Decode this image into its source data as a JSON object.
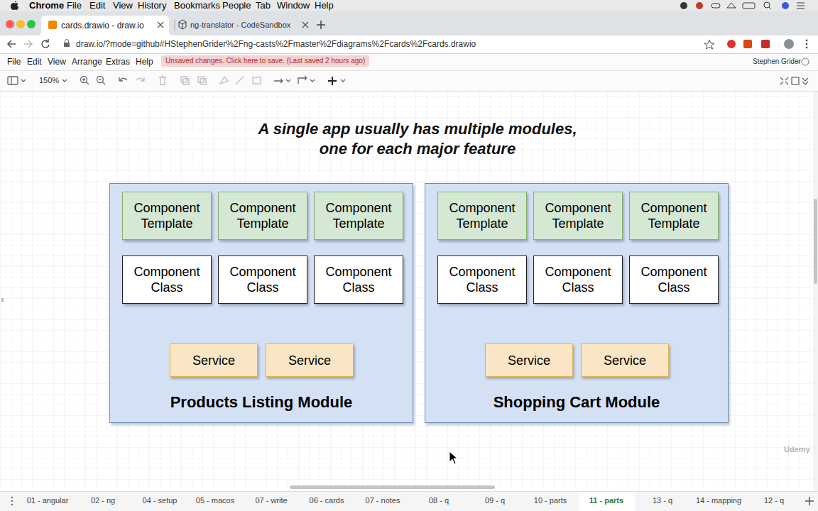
{
  "diagram": {
    "title": "A single app usually has multiple modules, one for each major feature",
    "nodes": [
      {
        "text": [
          "Products Listing Module"
        ]
      },
      {
        "text": [
          "Component Template"
        ],
        "in": 0
      },
      {
        "text": [
          "Component Template"
        ],
        "in": 0
      },
      {
        "text": [
          "Component Template"
        ],
        "in": 0
      },
      {
        "text": [
          "Component Class"
        ],
        "in": 0
      },
      {
        "text": [
          "Component Class"
        ],
        "in": 0
      },
      {
        "text": [
          "Component Class"
        ],
        "in": 0
      },
      {
        "text": [
          "Service"
        ],
        "in": 0
      },
      {
        "text": [
          "Service"
        ],
        "in": 0
      },
      {
        "text": [
          "Shopping Cart Module"
        ]
      },
      {
        "text": [
          "Component Template"
        ],
        "in": 9
      },
      {
        "text": [
          "Component Template"
        ],
        "in": 9
      },
      {
        "text": [
          "Component Template"
        ],
        "in": 9
      },
      {
        "text": [
          "Component Class"
        ],
        "in": 9
      },
      {
        "text": [
          "Component Class"
        ],
        "in": 9
      },
      {
        "text": [
          "Component Class"
        ],
        "in": 9
      },
      {
        "text": [
          "Service"
        ],
        "in": 9
      },
      {
        "text": [
          "Service"
        ],
        "in": 9
      }
    ],
    "edges": [
      {
        "from": 1,
        "to": 4,
        "arrow": "to"
      },
      {
        "from": 2,
        "to": 5,
        "arrow": "to"
      },
      {
        "from": 3,
        "to": 6,
        "arrow": "to"
      },
      {
        "from": 4,
        "to": 7,
        "arrow": "to"
      },
      {
        "from": 5,
        "to": 7,
        "arrow": "to"
      },
      {
        "from": 6,
        "to": 8,
        "arrow": "to"
      },
      {
        "from": 10,
        "to": 13,
        "arrow": "to"
      },
      {
        "from": 11,
        "to": 14,
        "arrow": "to"
      },
      {
        "from": 12,
        "to": 15,
        "arrow": "to"
      },
      {
        "from": 13,
        "to": 16,
        "arrow": "to"
      },
      {
        "from": 14,
        "to": 16,
        "arrow": "to"
      },
      {
        "from": 15,
        "to": 17,
        "arrow": "to"
      }
    ],
    "labels": [
      "Chrome",
      "File",
      "Edit",
      "View",
      "History",
      "Bookmarks",
      "People",
      "Tab",
      "Window",
      "Help",
      "cards.drawio - draw.io",
      "ng-translator - CodeSandbox",
      "draw.io/?mode=github#HStephenGrider%2Fng-casts%2Fmaster%2Fdiagrams%2Fcards%2Fcards.drawio",
      "File",
      "Edit",
      "View",
      "Arrange",
      "Extras",
      "Help",
      "Unsaved changes. Click here to save. (Last saved 2 hours ago)",
      "Stephen Grider",
      "150%",
      "01 - angular",
      "02 - ng",
      "04 - setup",
      "05 - macos",
      "07 - write",
      "06 - cards",
      "07 - notes",
      "08 - q",
      "09 - q",
      "10 - parts",
      "11 - parts",
      "13 - q",
      "14 - mapping",
      "12 - q",
      "Udemy"
    ]
  }
}
